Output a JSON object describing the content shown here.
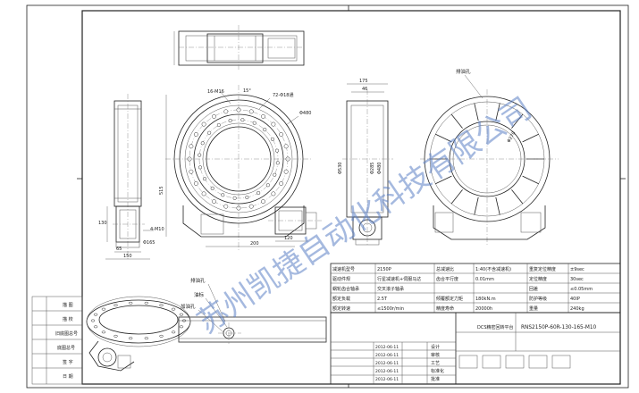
{
  "dimensions": {
    "top_width": "",
    "front_holes_outer": "16-M16",
    "front_angle": "15°",
    "front_holes_inner": "72-Φ18通",
    "front_dia": "Φ480",
    "front_height": "515",
    "front_bottom_a": "200",
    "front_bottom_b": "120",
    "side_top_a": "175",
    "side_top_b": "46",
    "side_dia_a": "Φ285",
    "side_dia_b": "Φ480",
    "side_dia_c": "Φ530",
    "left_small_a": "130",
    "left_small_b": "4-M10",
    "left_small_c": "Φ165",
    "left_bottom_a": "65",
    "left_bottom_b": "150",
    "right_label_drain": "排油孔",
    "right_dia": "Φ270"
  },
  "callouts": {
    "drain": "排油孔",
    "oil_mark": "油标",
    "fill": "加油孔"
  },
  "spec_table": [
    [
      "减速机型号",
      "2150P",
      "总减速比",
      "1:40(不含减速机)",
      "重复定位精度",
      "±9sec"
    ],
    [
      "驱动件规",
      "行星减速机+伺服马达",
      "齿合平行度",
      "0.01mm",
      "定位精度",
      "30sec"
    ],
    [
      "蜗轮齿合轴承",
      "交叉滚子轴承",
      "",
      "",
      "回差",
      "≤0.05mm"
    ],
    [
      "额定负载",
      "2.5T",
      "倾覆额定力矩",
      "180kN.m",
      "防护等级",
      "40IP"
    ],
    [
      "额定转速",
      "≤1500r/min",
      "精度寿命",
      "20000h",
      "重量",
      "240kg"
    ]
  ],
  "title_block": {
    "drawing_no": "RNS2150P-60R-130-165-M10",
    "part_name": "DCS精密回转平台",
    "company_short": "",
    "dates": [
      "2012-06-11",
      "2012-06-11",
      "2012-06-11",
      "2012-06-11",
      "2012-06-11"
    ],
    "labels": [
      "设计",
      "审核",
      "工艺",
      "标准化",
      "批准"
    ]
  },
  "left_column": {
    "items": [
      "描 图",
      "描 校",
      "旧底图总号",
      "底图总号",
      "签 字",
      "日 期"
    ]
  },
  "watermark": "苏州凯捷自动化科技有限公司"
}
